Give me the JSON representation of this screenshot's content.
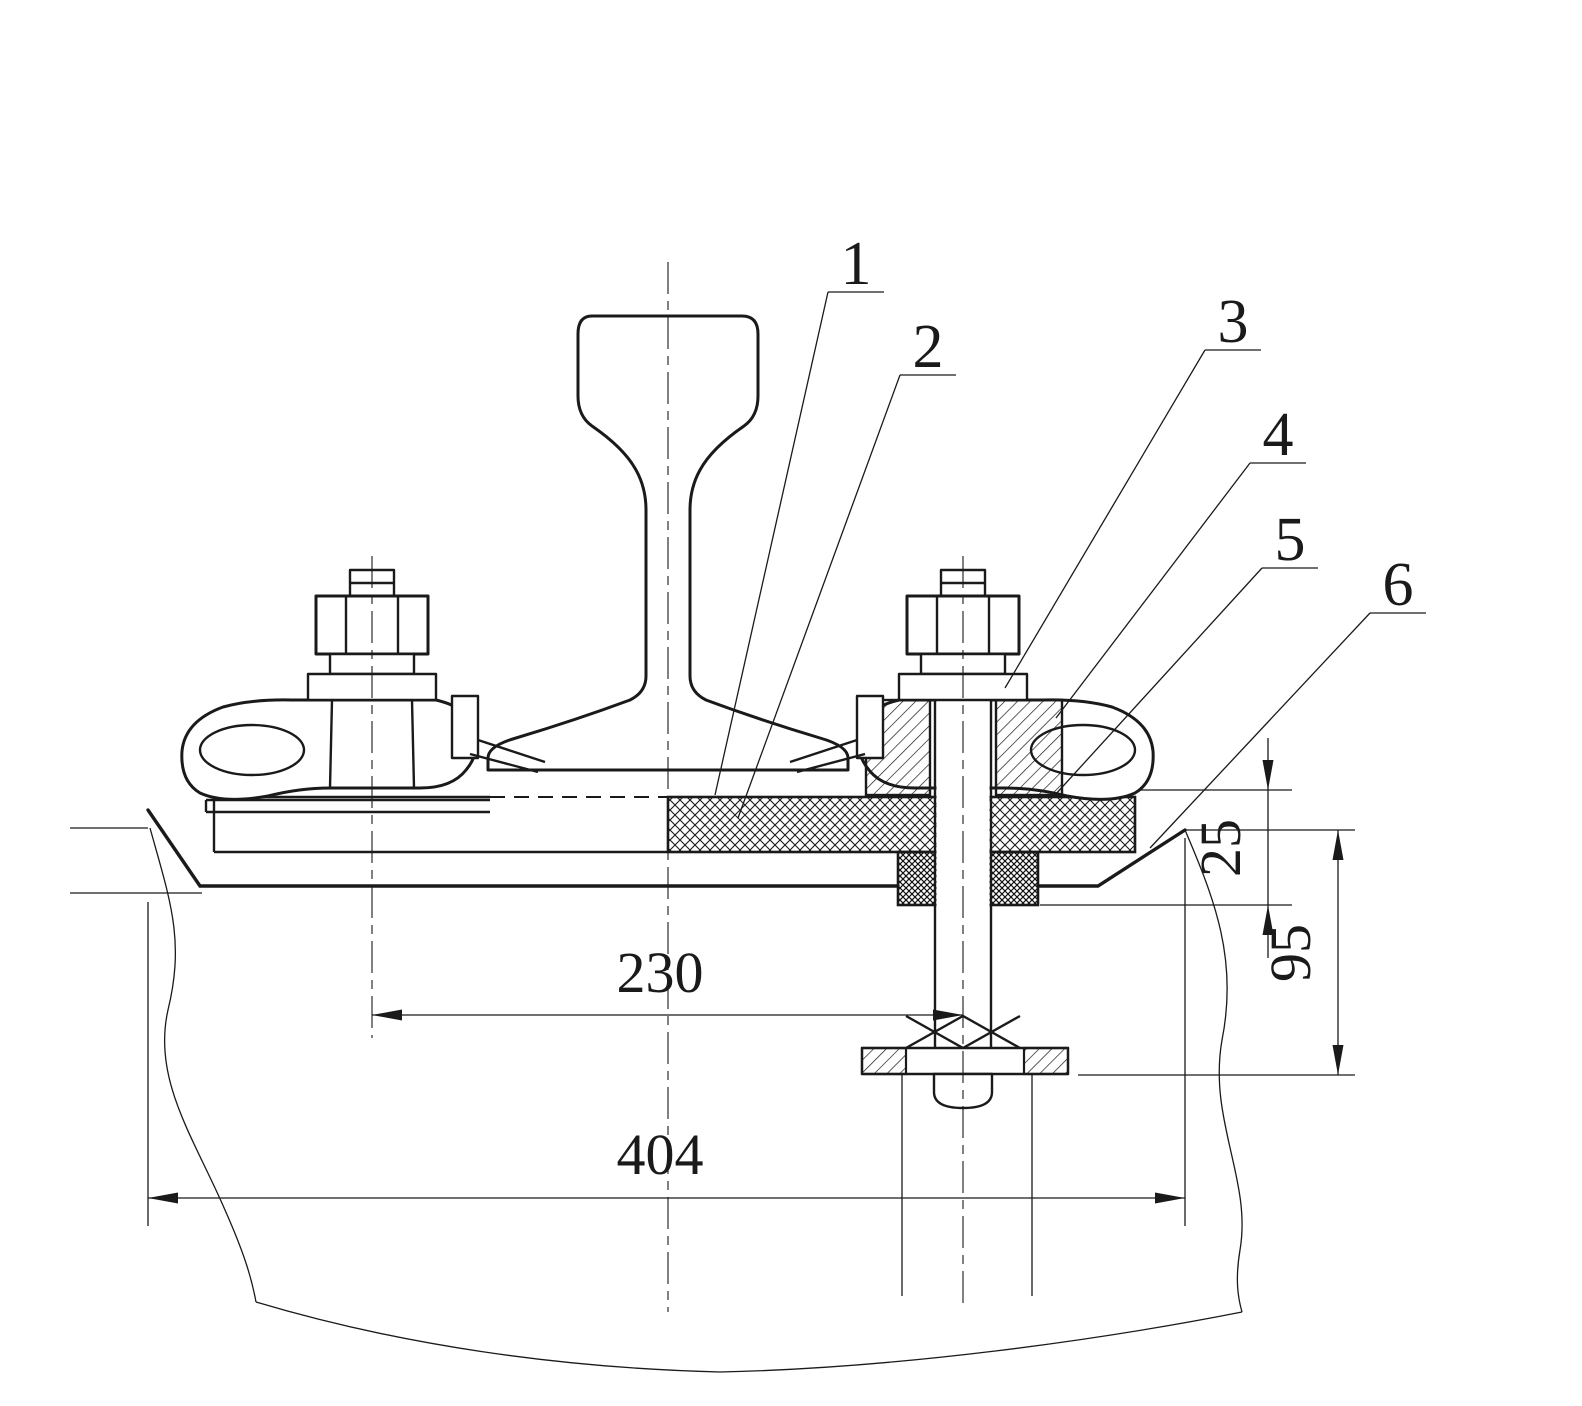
{
  "drawing": {
    "type": "technical-cross-section",
    "subject": "rail fastening assembly on concrete sleeper",
    "callouts": [
      {
        "label": "1"
      },
      {
        "label": "2"
      },
      {
        "label": "3"
      },
      {
        "label": "4"
      },
      {
        "label": "5"
      },
      {
        "label": "6"
      }
    ],
    "dimensions": {
      "bolt_spacing": "230",
      "overall_width": "404",
      "pad_thickness": "25",
      "embed_depth": "95"
    },
    "colors": {
      "line": "#1a1a1a",
      "background": "#ffffff"
    }
  }
}
